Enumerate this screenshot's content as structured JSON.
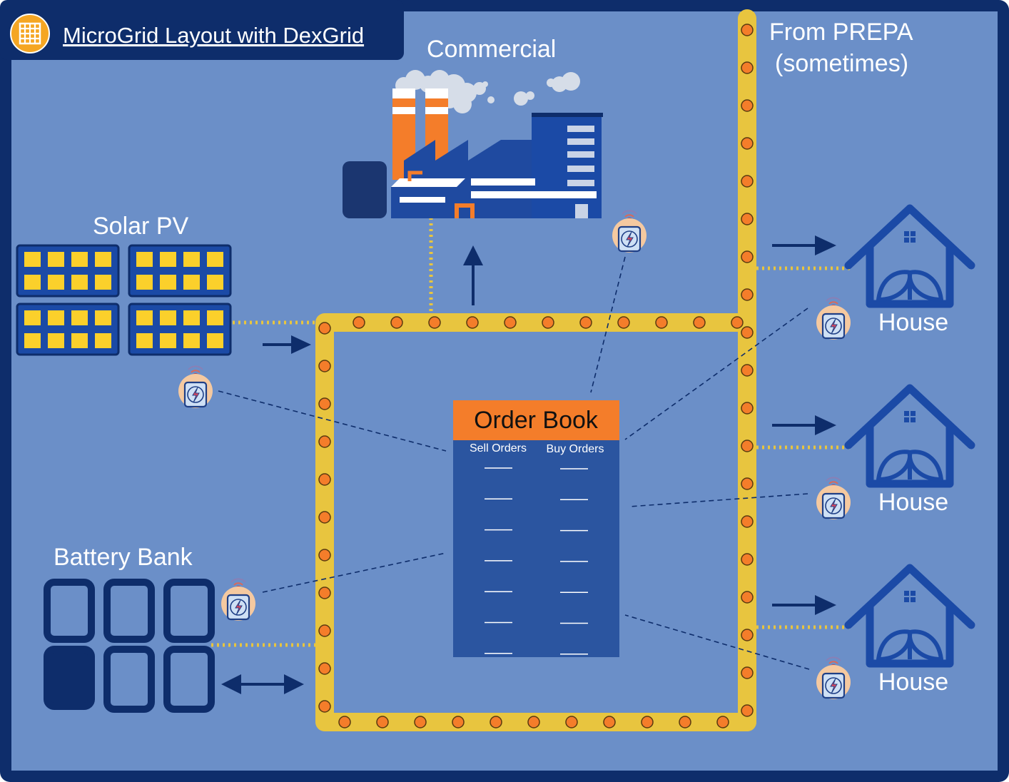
{
  "title": {
    "text": "MicroGrid Layout with DexGrid",
    "icon": "grid-icon"
  },
  "labels": {
    "commercial": "Commercial",
    "prepa_line1": "From PREPA",
    "prepa_line2": "(sometimes)",
    "solar": "Solar PV",
    "battery": "Battery Bank",
    "houses": [
      "House",
      "House",
      "House"
    ]
  },
  "order_book": {
    "title": "Order Book",
    "sell_header": "Sell Orders",
    "buy_header": "Buy Orders",
    "rows": 7
  },
  "icons": [
    "grid-icon",
    "factory-icon",
    "solar-panel-icon",
    "battery-icon",
    "house-icon",
    "smart-meter-icon",
    "arrow-icon"
  ],
  "colors": {
    "background": "#6b8fc8",
    "frame": "#0e2d6b",
    "bus": "#e8c53f",
    "bus_node": "#f47d2a",
    "order_book_header": "#f47d2a",
    "order_book_body": "#2b55a0",
    "solar_cell": "#fbd02b",
    "house": "#1b4aa6"
  }
}
